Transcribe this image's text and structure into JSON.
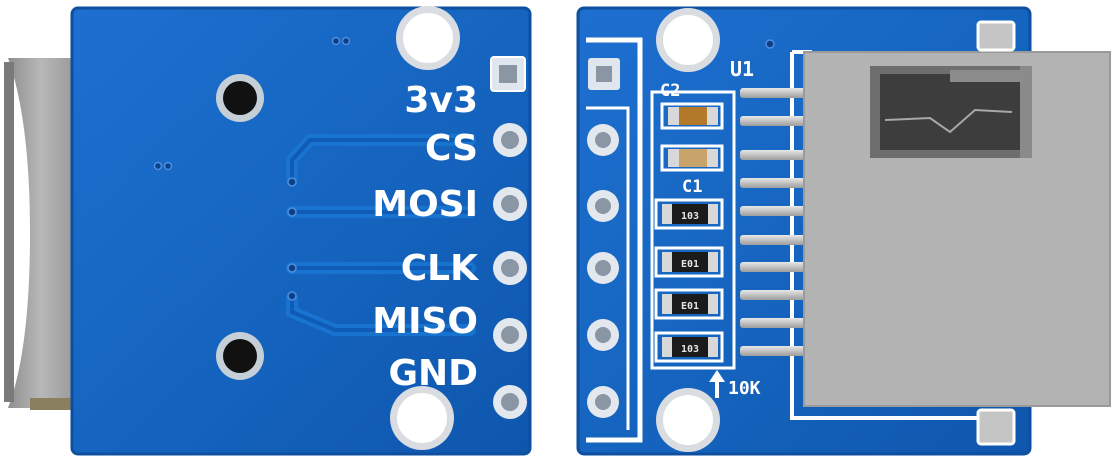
{
  "back_board": {
    "pin_labels": [
      "3v3",
      "CS",
      "MOSI",
      "CLK",
      "MISO",
      "GND"
    ]
  },
  "front_board": {
    "ic_label": "U1",
    "cap_labels": [
      "C2",
      "C1"
    ],
    "resistor_markings": [
      "103",
      "E01",
      "E01",
      "103"
    ],
    "resistor_note": "10K"
  },
  "colors": {
    "pcb_blue": "#1565c0",
    "pcb_blue_dark": "#0d47a1",
    "silkscreen": "#ffffff",
    "pad_gold": "#c9b37a",
    "metal_grey": "#a9a9a9"
  }
}
